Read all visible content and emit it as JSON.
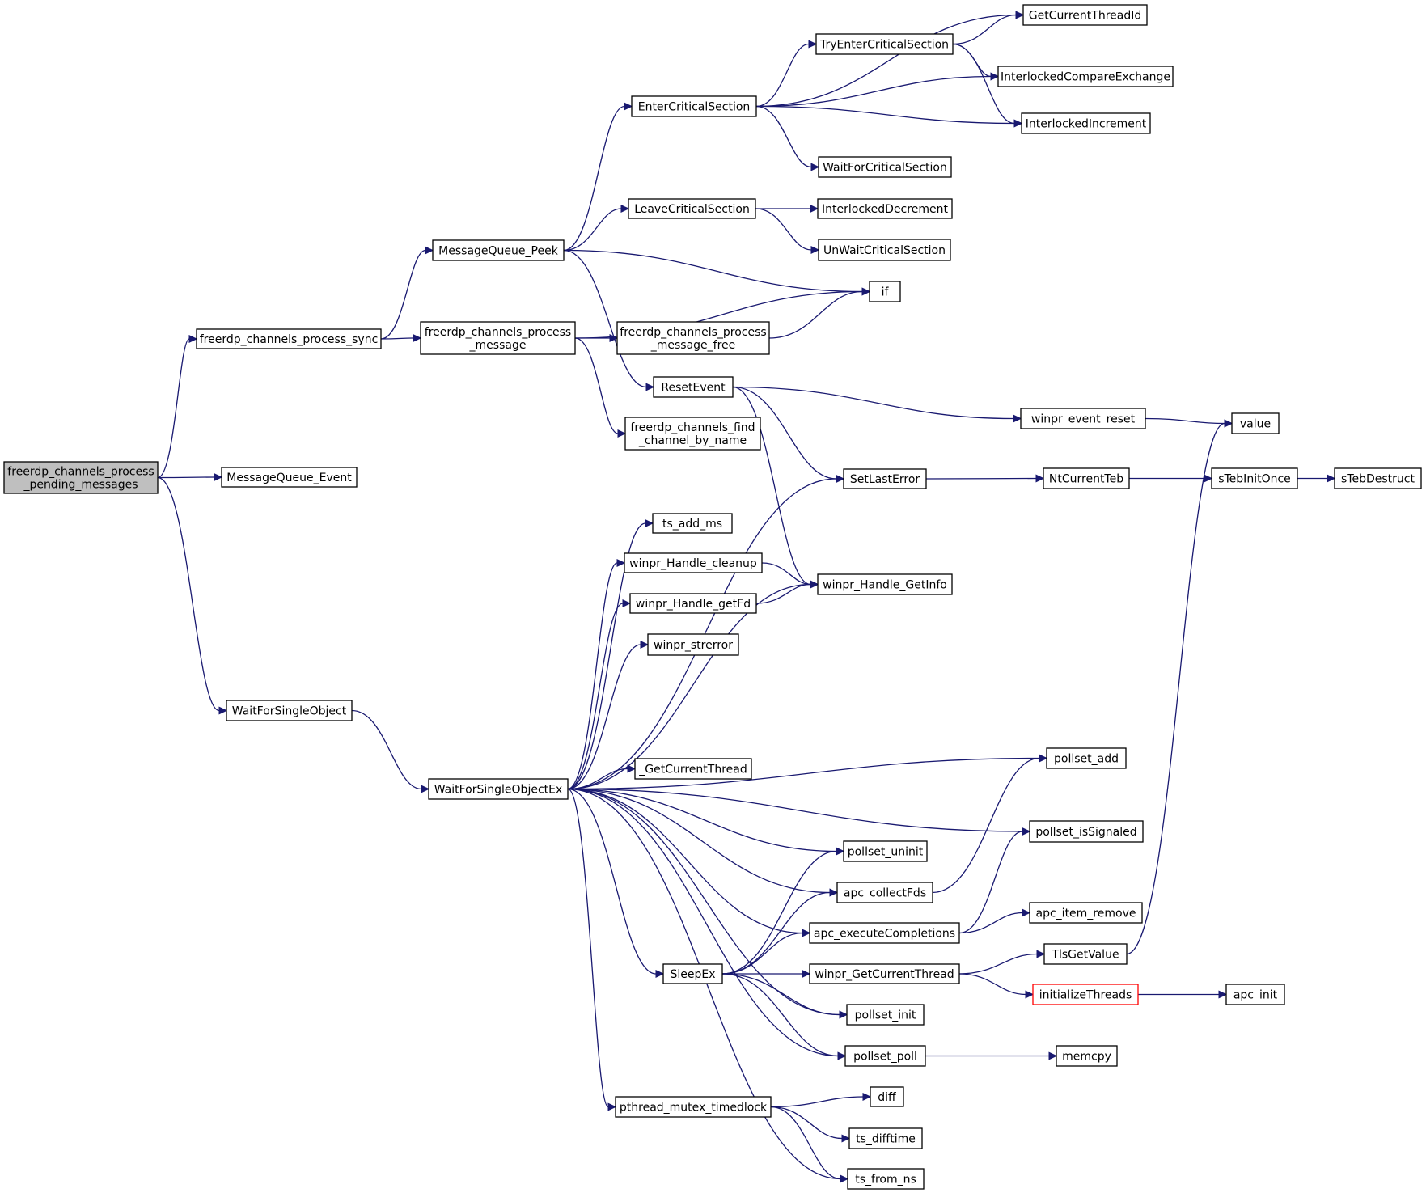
{
  "colors": {
    "edge": "#191970",
    "node_border": "#000000",
    "node_fill": "#ffffff",
    "root_fill": "#bfbfbf",
    "incomplete_border": "#ff0000"
  },
  "nodes": [
    {
      "id": "root",
      "lines": [
        "freerdp_channels_process",
        "_pending_messages"
      ],
      "root": true
    },
    {
      "id": "sync",
      "lines": [
        "freerdp_channels_process_sync"
      ]
    },
    {
      "id": "mqevent",
      "lines": [
        "MessageQueue_Event"
      ]
    },
    {
      "id": "wfso",
      "lines": [
        "WaitForSingleObject"
      ]
    },
    {
      "id": "peek",
      "lines": [
        "MessageQueue_Peek"
      ]
    },
    {
      "id": "procmsg",
      "lines": [
        "freerdp_channels_process",
        "_message"
      ]
    },
    {
      "id": "wfsoex",
      "lines": [
        "WaitForSingleObjectEx"
      ]
    },
    {
      "id": "ecs",
      "lines": [
        "EnterCriticalSection"
      ]
    },
    {
      "id": "lcs",
      "lines": [
        "LeaveCriticalSection"
      ]
    },
    {
      "id": "resetevent",
      "lines": [
        "ResetEvent"
      ]
    },
    {
      "id": "msgfree",
      "lines": [
        "freerdp_channels_process",
        "_message_free"
      ]
    },
    {
      "id": "findch",
      "lines": [
        "freerdp_channels_find",
        "_channel_by_name"
      ]
    },
    {
      "id": "tryecs",
      "lines": [
        "TryEnterCriticalSection"
      ]
    },
    {
      "id": "wfcs",
      "lines": [
        "WaitForCriticalSection"
      ]
    },
    {
      "id": "idec",
      "lines": [
        "InterlockedDecrement"
      ]
    },
    {
      "id": "unwait",
      "lines": [
        "UnWaitCriticalSection"
      ]
    },
    {
      "id": "if",
      "lines": [
        "if"
      ]
    },
    {
      "id": "setlasterror",
      "lines": [
        "SetLastError"
      ]
    },
    {
      "id": "tsaddms",
      "lines": [
        "ts_add_ms"
      ]
    },
    {
      "id": "hcleanup",
      "lines": [
        "winpr_Handle_cleanup"
      ]
    },
    {
      "id": "hgetfd",
      "lines": [
        "winpr_Handle_getFd"
      ]
    },
    {
      "id": "hgetinfo",
      "lines": [
        "winpr_Handle_GetInfo"
      ]
    },
    {
      "id": "strerror",
      "lines": [
        "winpr_strerror"
      ]
    },
    {
      "id": "getcurthread",
      "lines": [
        "_GetCurrentThread"
      ]
    },
    {
      "id": "pollsetuninit",
      "lines": [
        "pollset_uninit"
      ]
    },
    {
      "id": "apccollect",
      "lines": [
        "apc_collectFds"
      ]
    },
    {
      "id": "apcexec",
      "lines": [
        "apc_executeCompletions"
      ]
    },
    {
      "id": "sleepex",
      "lines": [
        "SleepEx"
      ]
    },
    {
      "id": "winprgct",
      "lines": [
        "winpr_GetCurrentThread"
      ]
    },
    {
      "id": "pollsetinit",
      "lines": [
        "pollset_init"
      ]
    },
    {
      "id": "pollsetpoll",
      "lines": [
        "pollset_poll"
      ]
    },
    {
      "id": "ptmutex",
      "lines": [
        "pthread_mutex_timedlock"
      ]
    },
    {
      "id": "diff",
      "lines": [
        "diff"
      ]
    },
    {
      "id": "tsdifftime",
      "lines": [
        "ts_difftime"
      ]
    },
    {
      "id": "tsfromns",
      "lines": [
        "ts_from_ns"
      ]
    },
    {
      "id": "gctid",
      "lines": [
        "GetCurrentThreadId"
      ]
    },
    {
      "id": "ice",
      "lines": [
        "InterlockedCompareExchange"
      ]
    },
    {
      "id": "iinc",
      "lines": [
        "InterlockedIncrement"
      ]
    },
    {
      "id": "evreset",
      "lines": [
        "winpr_event_reset"
      ]
    },
    {
      "id": "ntcurteb",
      "lines": [
        "NtCurrentTeb"
      ]
    },
    {
      "id": "pollsetadd",
      "lines": [
        "pollset_add"
      ]
    },
    {
      "id": "pollsetsig",
      "lines": [
        "pollset_isSignaled"
      ]
    },
    {
      "id": "apcitemrm",
      "lines": [
        "apc_item_remove"
      ]
    },
    {
      "id": "tlsgetvalue",
      "lines": [
        "TlsGetValue"
      ]
    },
    {
      "id": "initthreads",
      "lines": [
        "initializeThreads"
      ],
      "incomplete": true
    },
    {
      "id": "memcpy",
      "lines": [
        "memcpy"
      ]
    },
    {
      "id": "value",
      "lines": [
        "value"
      ]
    },
    {
      "id": "stebinit",
      "lines": [
        "sTebInitOnce"
      ]
    },
    {
      "id": "apcinit",
      "lines": [
        "apc_init"
      ]
    },
    {
      "id": "stebdestruct",
      "lines": [
        "sTebDestruct"
      ]
    }
  ],
  "edges": [
    [
      "root",
      "sync"
    ],
    [
      "root",
      "mqevent"
    ],
    [
      "root",
      "wfso"
    ],
    [
      "sync",
      "peek"
    ],
    [
      "sync",
      "procmsg"
    ],
    [
      "peek",
      "ecs"
    ],
    [
      "peek",
      "lcs"
    ],
    [
      "peek",
      "if"
    ],
    [
      "peek",
      "resetevent"
    ],
    [
      "ecs",
      "gctid"
    ],
    [
      "ecs",
      "tryecs"
    ],
    [
      "ecs",
      "ice"
    ],
    [
      "ecs",
      "iinc"
    ],
    [
      "ecs",
      "wfcs"
    ],
    [
      "tryecs",
      "gctid"
    ],
    [
      "tryecs",
      "ice"
    ],
    [
      "tryecs",
      "iinc"
    ],
    [
      "lcs",
      "idec"
    ],
    [
      "lcs",
      "unwait"
    ],
    [
      "procmsg",
      "if"
    ],
    [
      "procmsg",
      "msgfree"
    ],
    [
      "procmsg",
      "findch"
    ],
    [
      "msgfree",
      "if"
    ],
    [
      "resetevent",
      "evreset"
    ],
    [
      "resetevent",
      "setlasterror"
    ],
    [
      "resetevent",
      "hgetinfo"
    ],
    [
      "evreset",
      "value"
    ],
    [
      "setlasterror",
      "ntcurteb"
    ],
    [
      "ntcurteb",
      "stebinit"
    ],
    [
      "stebinit",
      "stebdestruct"
    ],
    [
      "wfso",
      "wfsoex"
    ],
    [
      "wfsoex",
      "setlasterror"
    ],
    [
      "wfsoex",
      "tsaddms"
    ],
    [
      "wfsoex",
      "hcleanup"
    ],
    [
      "wfsoex",
      "hgetfd"
    ],
    [
      "wfsoex",
      "strerror"
    ],
    [
      "wfsoex",
      "hgetinfo"
    ],
    [
      "wfsoex",
      "pollsetadd"
    ],
    [
      "wfsoex",
      "getcurthread"
    ],
    [
      "wfsoex",
      "pollsetsig"
    ],
    [
      "wfsoex",
      "pollsetuninit"
    ],
    [
      "wfsoex",
      "apccollect"
    ],
    [
      "wfsoex",
      "apcexec"
    ],
    [
      "wfsoex",
      "sleepex"
    ],
    [
      "wfsoex",
      "pollsetinit"
    ],
    [
      "wfsoex",
      "pollsetpoll"
    ],
    [
      "wfsoex",
      "ptmutex"
    ],
    [
      "wfsoex",
      "tsfromns"
    ],
    [
      "hcleanup",
      "hgetinfo"
    ],
    [
      "hgetfd",
      "hgetinfo"
    ],
    [
      "sleepex",
      "pollsetuninit"
    ],
    [
      "sleepex",
      "apccollect"
    ],
    [
      "sleepex",
      "apcexec"
    ],
    [
      "sleepex",
      "winprgct"
    ],
    [
      "sleepex",
      "pollsetinit"
    ],
    [
      "sleepex",
      "pollsetpoll"
    ],
    [
      "apccollect",
      "pollsetadd"
    ],
    [
      "apcexec",
      "pollsetsig"
    ],
    [
      "apcexec",
      "apcitemrm"
    ],
    [
      "winprgct",
      "tlsgetvalue"
    ],
    [
      "winprgct",
      "initthreads"
    ],
    [
      "tlsgetvalue",
      "value"
    ],
    [
      "initthreads",
      "apcinit"
    ],
    [
      "pollsetpoll",
      "memcpy"
    ],
    [
      "ptmutex",
      "diff"
    ],
    [
      "ptmutex",
      "tsdifftime"
    ],
    [
      "ptmutex",
      "tsfromns"
    ]
  ]
}
